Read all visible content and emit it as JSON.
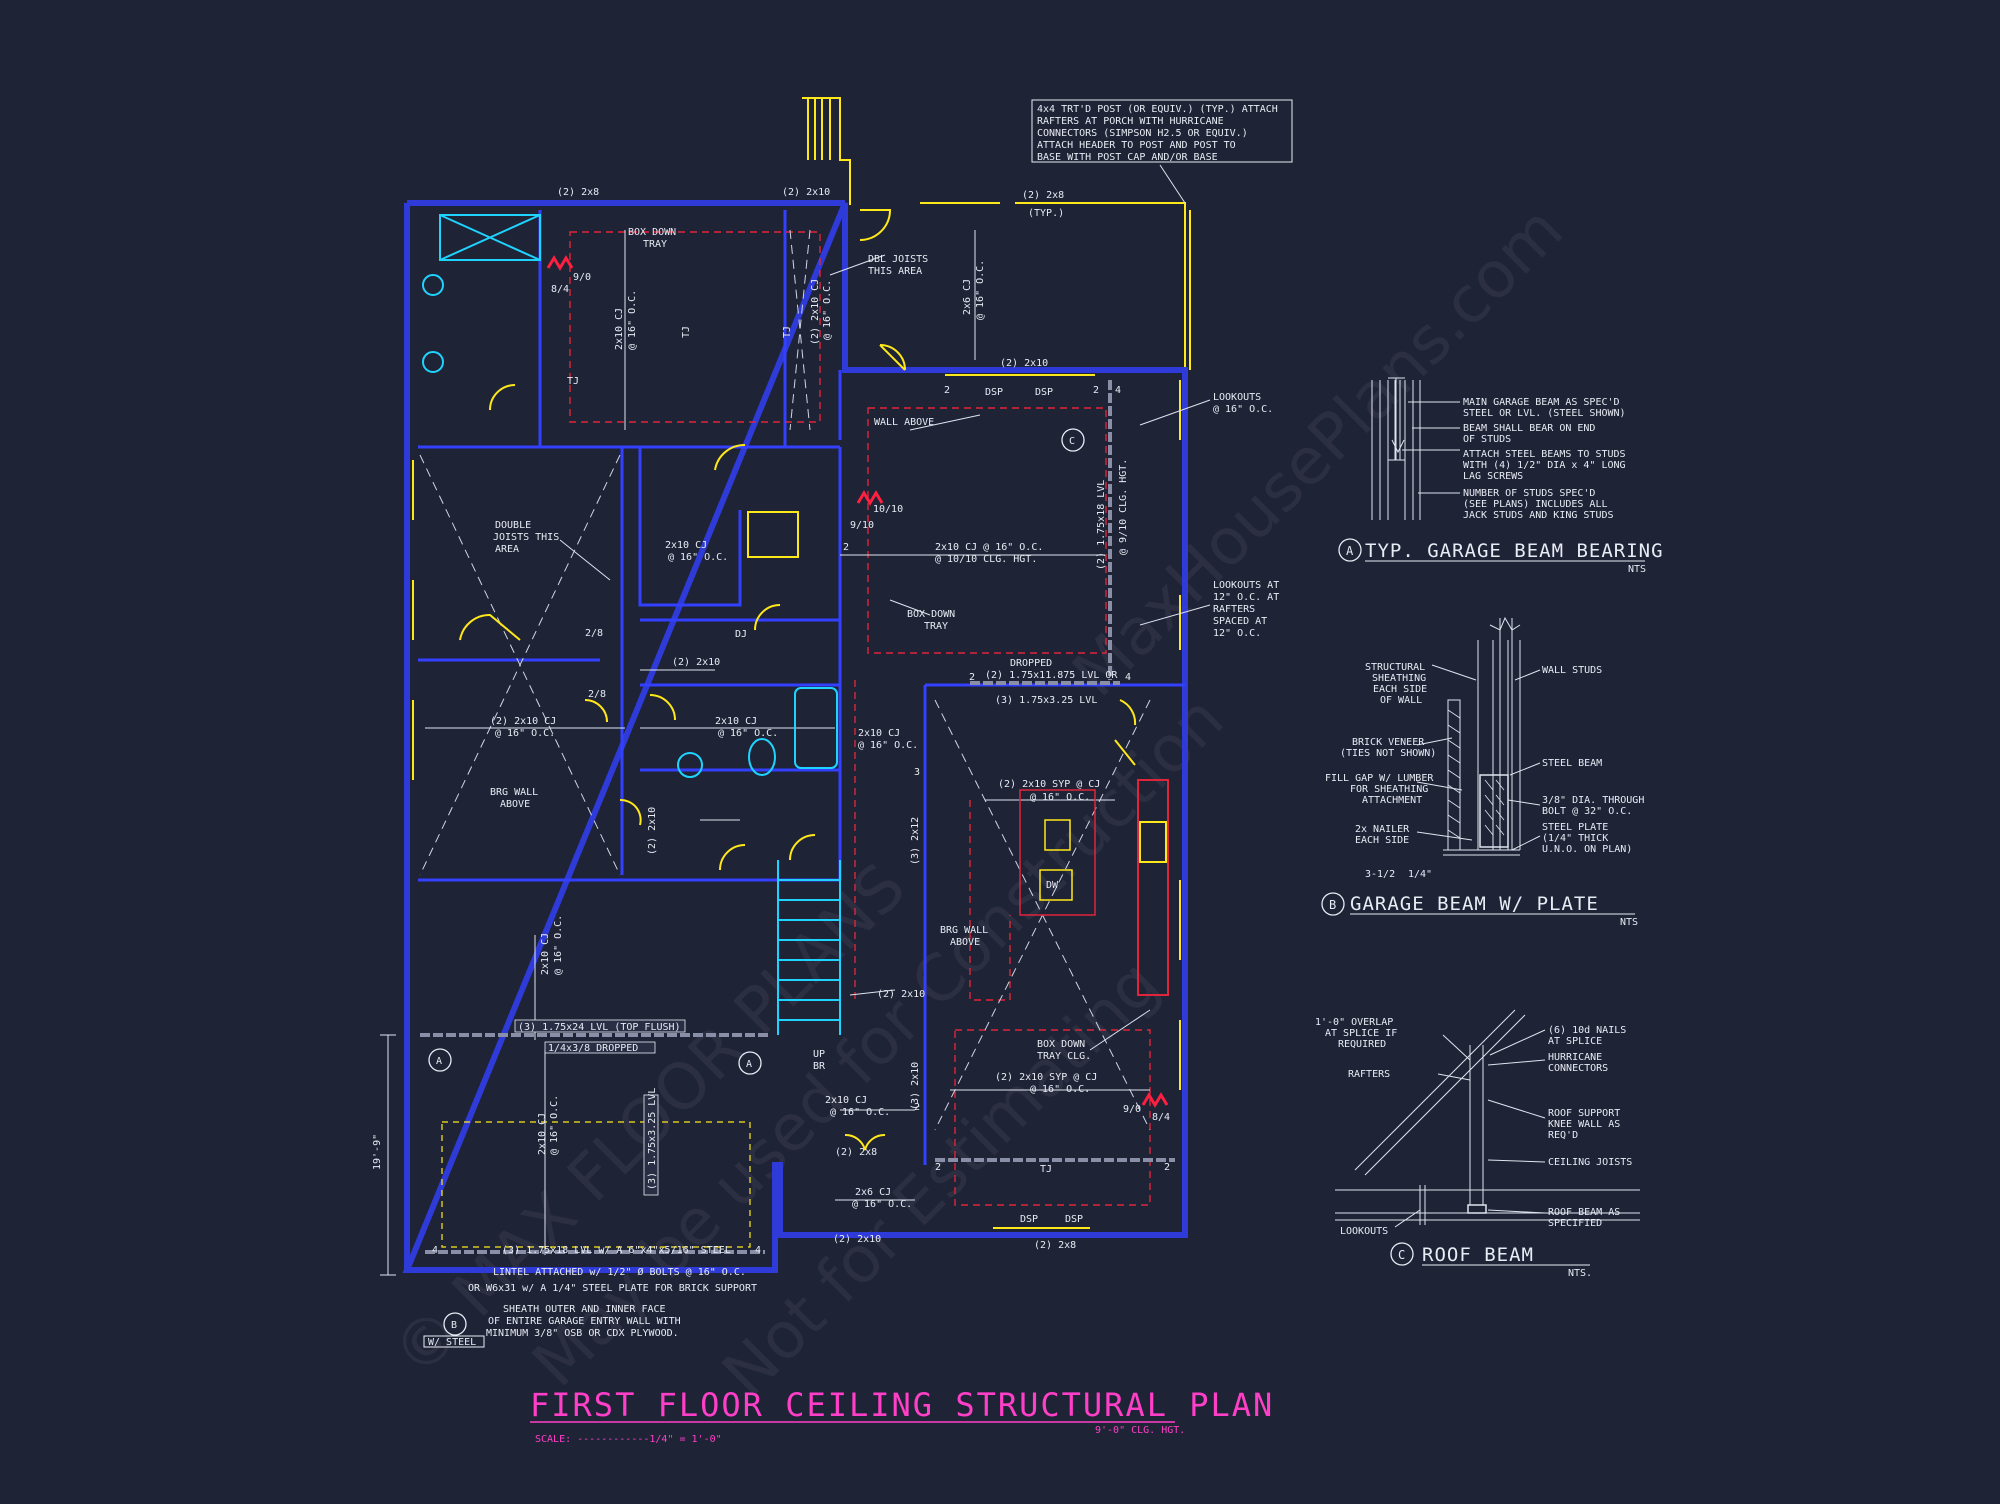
{
  "title": {
    "main": "FIRST FLOOR CEILING STRUCTURAL PLAN",
    "scale": "SCALE: ------------1/4\" = 1'-0\"",
    "height": "9'-0\" CLG. HGT."
  },
  "watermark": {
    "line1": "© MAX FLOOR PLANS",
    "line2": "May be used for Construction",
    "line3": "Not for Estimating",
    "line4": "MaxHousePlans.com"
  },
  "porch_note": [
    "4x4 TRT'D POST (OR EQUIV.) (TYP.) ATTACH",
    "RAFTERS AT PORCH WITH HURRICANE",
    "CONNECTORS (SIMPSON H2.5 OR EQUIV.)",
    "ATTACH HEADER TO POST AND POST TO",
    "BASE WITH POST CAP AND/OR BASE"
  ],
  "plan_labels": {
    "hdr_2x8_top": "(2) 2x8",
    "hdr_2x10_top": "(2) 2x10",
    "hdr_2x8_porch": "(2) 2x8",
    "typ": "(TYP.)",
    "box_down_tray_1": "BOX DOWN",
    "box_down_tray_2": "TRAY",
    "bath_9_0": "9/0",
    "bath_8_4": "8/4",
    "tj_1": "TJ",
    "tj_2": "TJ",
    "tj_3": "TJ",
    "cj_2x10_a": "2x10 CJ",
    "cj_2x10_a2": "@ 16\" O.C.",
    "cj_2x10_b": "(2) 2x10 CJ",
    "cj_2x10_b2": "@ 16\" O.C.",
    "dbl_joists_1": "DBL JOISTS",
    "dbl_joists_2": "THIS AREA",
    "cj_2x6_porch": "2x6 CJ",
    "cj_2x6_porch2": "@ 16\" O.C.",
    "hdr_2x10_mid": "(2) 2x10",
    "dsp_1": "DSP",
    "dsp_2": "DSP",
    "lookouts_1": "LOOKOUTS",
    "lookouts_1b": "@ 16\" O.C.",
    "wall_above": "WALL ABOVE",
    "double_joists_1": "DOUBLE",
    "double_joists_2": "JOISTS THIS",
    "double_joists_3": "AREA",
    "cj_2x10_c": "2x10 CJ",
    "cj_2x10_c2": "@ 16\" O.C.",
    "ten_ten": "10/10",
    "nine_ten": "9/10",
    "cj_main_1": "2x10 CJ @ 16\" O.C.",
    "cj_main_2": "@ 10/10 CLG. HGT.",
    "lvl_vert": "(2) 1.75x18 LVL",
    "clg_hgt_vert": "@ 9/10 CLG. HGT.",
    "lookouts_2a": "LOOKOUTS AT",
    "lookouts_2b": "12\" O.C. AT",
    "lookouts_2c": "RAFTERS",
    "lookouts_2d": "SPACED AT",
    "lookouts_2e": "12\" O.C.",
    "box_down_2a": "BOX DOWN",
    "box_down_2b": "TRAY",
    "dj": "DJ",
    "two_eight_1": "2/8",
    "two_eight_2": "2/8",
    "hdr_2x10_small": "(2) 2x10",
    "dropped": "DROPPED",
    "lvl_dropped": "(2) 1.75x11.875 LVL OR",
    "lvl_325": "(3) 1.75x3.25 LVL",
    "cj_2x10_d": "(2) 2x10 CJ",
    "cj_2x10_d2": "@ 16\" O.C.",
    "cj_2x10_e": "2x10 CJ",
    "cj_2x10_e2": "@ 16\" O.C.",
    "cj_2x10_f": "2x10 CJ",
    "cj_2x10_f2": "@ 16\" O.C.",
    "brg_wall_1a": "BRG WALL",
    "brg_wall_1b": "ABOVE",
    "hdr_2x10_v": "(2) 2x10",
    "hdr_3_2x12": "(3) 2x12",
    "cj_2x10_syp": "(2) 2x10 SYP @ CJ",
    "cj_2x10_syp2": "@ 16\" O.C.",
    "dw": "DW",
    "brg_wall_2a": "BRG WALL",
    "brg_wall_2b": "ABOVE",
    "cj_2x10_g": "2x10 CJ",
    "cj_2x10_g2": "@ 16\" O.C.",
    "hdr_2x10_stair": "(2) 2x10",
    "lvl_top_flush": "(3) 1.75x24 LVL (TOP FLUSH)",
    "lvl_dropped2": "1/4x3/8 DROPPED",
    "up": "UP",
    "br": "BR",
    "box_down_3a": "BOX DOWN",
    "box_down_3b": "TRAY CLG.",
    "cj_2x10_syp3": "(2) 2x10 SYP @ CJ",
    "cj_2x10_syp4": "@ 16\" O.C.",
    "nine_zero_b": "9/0",
    "eight_four_b": "8/4",
    "garage_cj": "2x10 CJ",
    "garage_cj2": "@ 16\" O.C.",
    "garage_lvl_v": "(3) 1.75x3.25 LVL",
    "hdr_2x10_v2": "(3) 2x10",
    "cj_2x10_h": "2x10 CJ",
    "cj_2x10_h2": "@ 16\" O.C.",
    "hdr_2x8_b": "(2) 2x8",
    "cj_2x6_b": "2x6 CJ",
    "cj_2x6_b2": "@ 16\" O.C.",
    "hdr_2x10_bot": "(2) 2x10",
    "dsp_3": "DSP",
    "dsp_4": "DSP",
    "hdr_2x8_bot": "(2) 2x8",
    "tj_bot": "TJ",
    "garage_beam": "(3) 1.75x18 LVL w/ A 6\"x4\"x5/16\" STEEL",
    "lintel_1": "LINTEL ATTACHED w/ 1/2\" Ø BOLTS @ 16\" O.C.",
    "lintel_2": "OR W6x31 w/ A 1/4\" STEEL PLATE FOR BRICK SUPPORT",
    "sheath_1": "SHEATH OUTER AND INNER FACE",
    "sheath_2": "OF ENTIRE GARAGE ENTRY WALL WITH",
    "sheath_3": "MINIMUM 3/8\" OSB OR CDX PLYWOOD.",
    "dim_vertical": "19'-9\"",
    "w_steel": "W/ STEEL",
    "callout_a": "A",
    "callout_a2": "A",
    "callout_b": "B",
    "callout_c": "C",
    "n2": "2",
    "n3": "3",
    "n4": "4"
  },
  "detail_a": {
    "notes": [
      "MAIN GARAGE BEAM AS SPEC'D",
      "STEEL OR LVL. (STEEL SHOWN)",
      "BEAM SHALL BEAR ON END",
      "OF STUDS",
      "ATTACH STEEL BEAMS TO STUDS",
      "WITH (4) 1/2\" DIA x 4\" LONG",
      "LAG SCREWS",
      "NUMBER OF STUDS SPEC'D",
      "(SEE PLANS) INCLUDES ALL",
      "JACK STUDS AND KING STUDS"
    ],
    "letter": "A",
    "title": "TYP. GARAGE BEAM BEARING",
    "nts": "NTS"
  },
  "detail_b": {
    "left_notes": [
      "STRUCTURAL",
      "SHEATHING",
      "EACH SIDE",
      "OF WALL",
      "BRICK VENEER",
      "(TIES NOT SHOWN)",
      "FILL GAP W/ LUMBER",
      "FOR SHEATHING",
      "ATTACHMENT",
      "2x NAILER",
      "EACH SIDE"
    ],
    "right_notes": [
      "WALL STUDS",
      "STEEL BEAM",
      "3/8\" DIA. THROUGH",
      "BOLT @ 32\" O.C.",
      "STEEL PLATE",
      "(1/4\" THICK",
      "U.N.O. ON PLAN)"
    ],
    "dim_1": "3-1/2",
    "dim_2": "1/4\"",
    "letter": "B",
    "title": "GARAGE BEAM W/ PLATE",
    "nts": "NTS"
  },
  "detail_c": {
    "notes": [
      "1'-0\" OVERLAP",
      "AT SPLICE IF",
      "REQUIRED",
      "(6) 10d NAILS",
      "AT SPLICE",
      "HURRICANE",
      "CONNECTORS",
      "RAFTERS",
      "ROOF SUPPORT",
      "KNEE WALL AS",
      "REQ'D",
      "CEILING JOISTS",
      "ROOF BEAM AS",
      "SPECIFIED",
      "LOOKOUTS"
    ],
    "letter": "C",
    "title": "ROOF BEAM",
    "nts": "NTS."
  }
}
